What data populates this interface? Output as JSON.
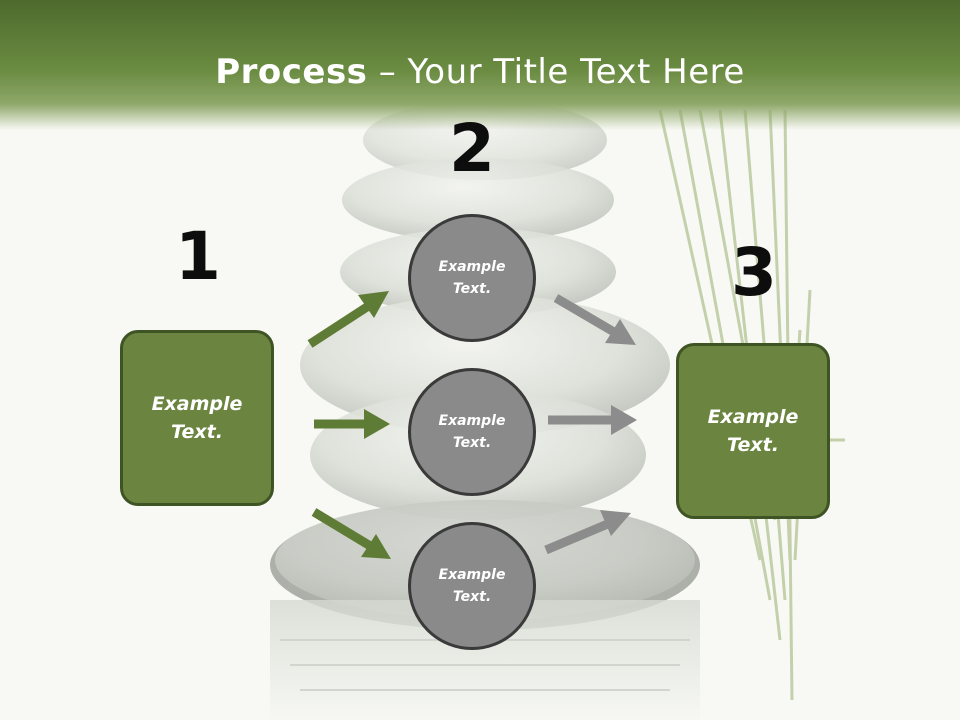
{
  "title": {
    "bold": "Process",
    "rest": " – Your Title Text Here"
  },
  "steps": {
    "one": "1",
    "two": "2",
    "three": "3"
  },
  "left_box": "Example Text.",
  "right_box": "Example Text.",
  "circles": [
    "Example Text.",
    "Example Text.",
    "Example Text."
  ],
  "colors": {
    "header_green": "#5a7a34",
    "box_fill": "#6b8440",
    "box_border": "#3f5424",
    "circle_fill": "#8a8a8a",
    "green_arrow": "#5f7c36",
    "gray_arrow": "#8c8c8c"
  }
}
